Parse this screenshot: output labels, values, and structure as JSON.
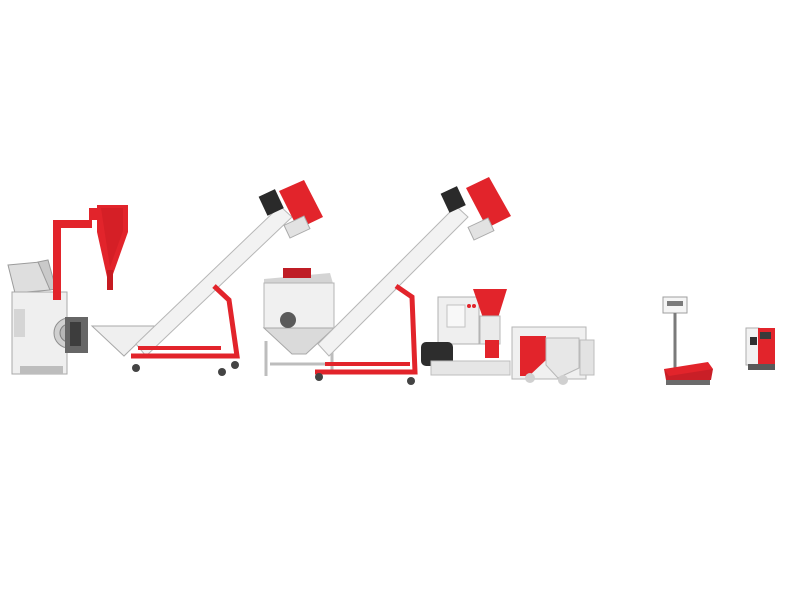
{
  "scene": {
    "background_color": "#ffffff",
    "colors": {
      "red": "#e2242b",
      "dark_red": "#b5161c",
      "white_metal": "#f1f1f1",
      "light_gray": "#d9d9d9",
      "mid_gray": "#a9a9a9",
      "dark_gray": "#555555",
      "black": "#1e1e1e"
    },
    "objects": [
      "hammer-mill-crusher",
      "cyclone-separator",
      "screw-conveyor-1",
      "mixer-hopper",
      "screw-conveyor-2",
      "pellet-mill",
      "cooler-bagger",
      "platform-scale",
      "bag-sealing-machine"
    ]
  }
}
